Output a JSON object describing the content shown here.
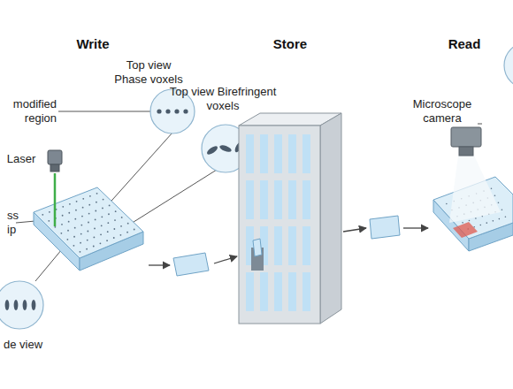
{
  "diagram": {
    "labels": [
      "Write",
      "Store",
      "Read",
      "Top view Phase voxels",
      "modified region",
      "Top view Birefringent voxels",
      "Laser",
      "ss ip",
      "de view",
      "Microscope camera"
    ]
  }
}
